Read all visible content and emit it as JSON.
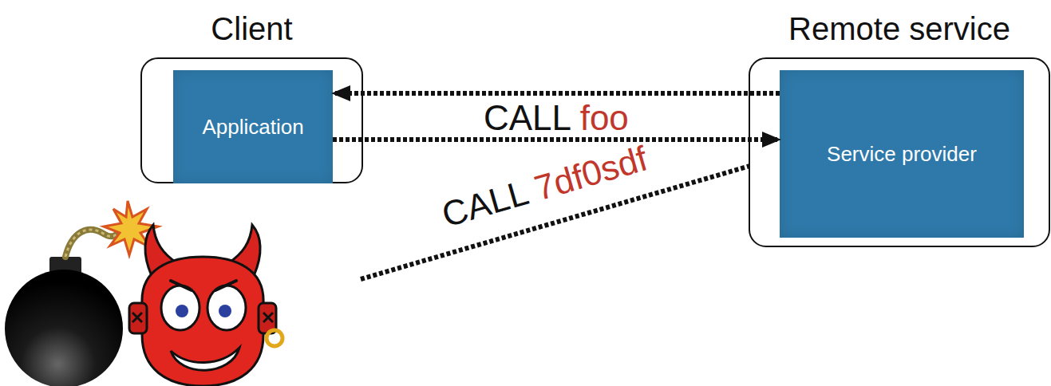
{
  "diagram": {
    "nodes": [
      {
        "text": [
          "Client"
        ]
      },
      {
        "text": [
          "Application"
        ],
        "in": 0
      },
      {
        "text": [
          "Remote service"
        ]
      },
      {
        "text": [
          "Service provider"
        ],
        "in": 2
      }
    ],
    "edges": [
      {
        "from": 1,
        "to": 3,
        "label": "CALL foo",
        "arrow": "to"
      },
      {
        "from": 3,
        "to": 1,
        "arrow": "to"
      }
    ],
    "labels": [
      "CALL 7df0sdf"
    ]
  }
}
